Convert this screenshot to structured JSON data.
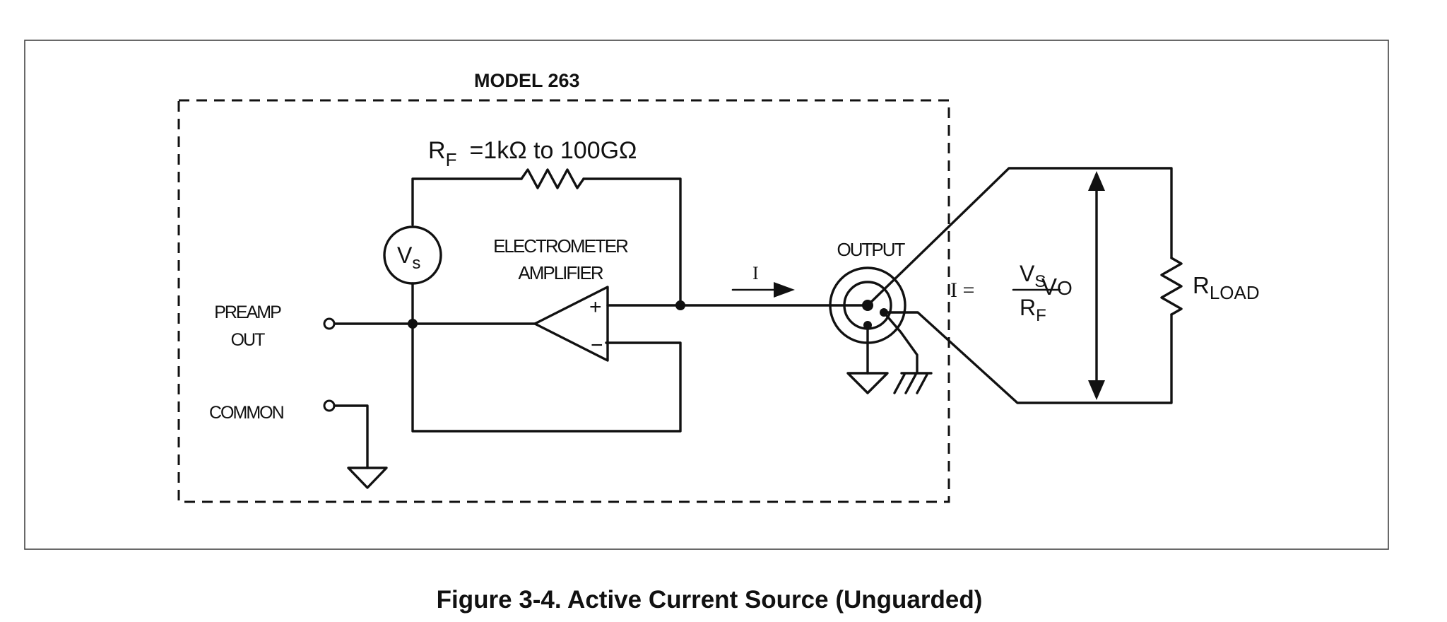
{
  "model_label": "MODEL 263",
  "feedback_resistor": {
    "symbol": "R",
    "subscript": "F",
    "range": "=1kΩ to 100GΩ"
  },
  "voltage_source": {
    "symbol": "V",
    "subscript": "s"
  },
  "amplifier": {
    "line1": "ELECTROMETER",
    "line2": "AMPLIFIER",
    "plus": "+",
    "minus": "−"
  },
  "preamp_out": {
    "line1": "PREAMP",
    "line2": "OUT"
  },
  "common_label": "COMMON",
  "current_label": "I",
  "output_label": "OUTPUT",
  "equation": {
    "lhs": "I =",
    "numerator_symbol": "V",
    "numerator_subscript": "S",
    "denominator_symbol": "R",
    "denominator_subscript": "F"
  },
  "output_voltage": {
    "symbol": "V",
    "subscript": "O"
  },
  "load_resistor": {
    "symbol": "R",
    "subscript": "LOAD"
  },
  "caption": "Figure 3-4. Active Current Source (Unguarded)"
}
